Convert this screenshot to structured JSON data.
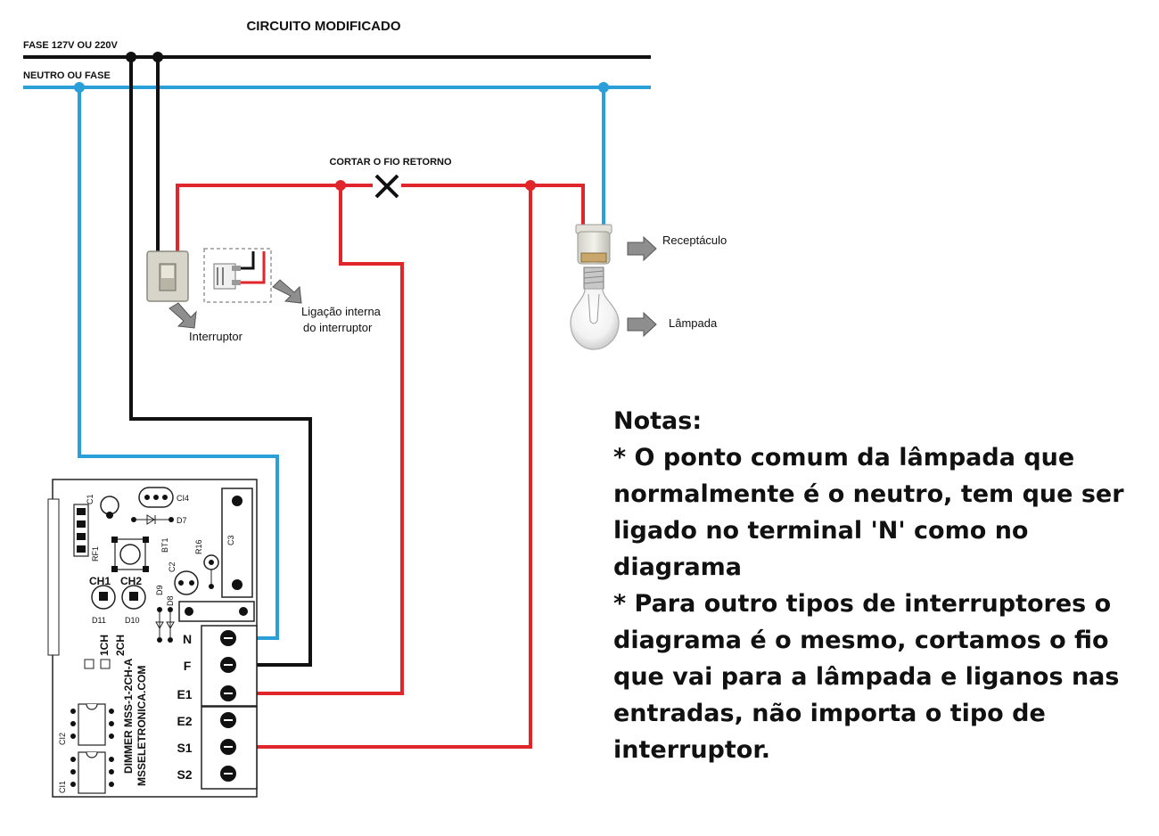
{
  "title": "CIRCUITO MODIFICADO",
  "lines": {
    "phase_label": "FASE 127V OU 220V",
    "neutral_label": "NEUTRO OU FASE"
  },
  "cut_label": "CORTAR O FIO RETORNO",
  "labels": {
    "receptacle": "Receptáculo",
    "lamp": "Lâmpada",
    "switch": "Interruptor",
    "internal_line1": "Ligação interna",
    "internal_line2": "do interruptor"
  },
  "board": {
    "name": "DIMMER MSS-1-2CH-A",
    "site": "MSSELETRONICA.COM",
    "terminals": [
      "N",
      "F",
      "E1",
      "E2",
      "S1",
      "S2"
    ],
    "ch_labels": [
      "CH1",
      "CH2"
    ],
    "mode_labels": [
      "1CH",
      "2CH"
    ],
    "silk": {
      "c1": "C1",
      "ci4": "CI4",
      "d7": "D7",
      "bt1": "BT1",
      "rf1": "RF1",
      "c2": "C2",
      "r16": "R16",
      "c3": "C3",
      "d9": "D9",
      "d8": "D8",
      "d11": "D11",
      "d10": "D10",
      "ci2": "CI2",
      "ci1": "CI1"
    }
  },
  "notes": {
    "heading": "Notas:",
    "items": [
      "* O ponto comum da lâmpada que normalmente é o neutro, tem que ser ligado no terminal 'N' como no diagrama",
      "* Para outro tipos de interruptores o diagrama é o mesmo, cortamos o fio que vai para a lâmpada e liganos nas entradas, não importa o tipo de interruptor."
    ]
  },
  "colors": {
    "phase_wire": "#111111",
    "neutral_wire": "#2a9fd8",
    "return_wire": "#e0262b"
  }
}
